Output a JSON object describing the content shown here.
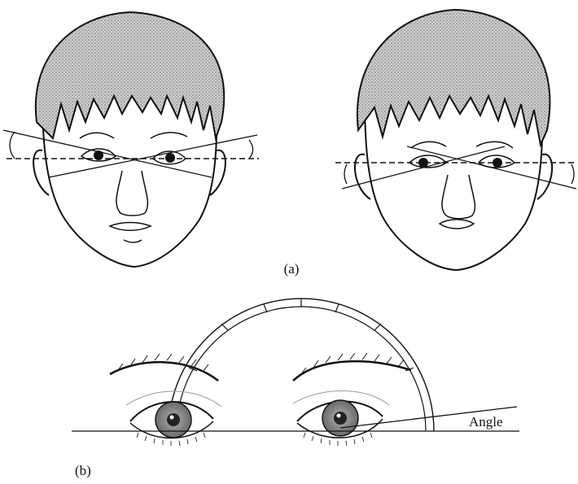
{
  "panel_a": {
    "label": "(a)"
  },
  "panel_b": {
    "label": "(b)",
    "angle_label": "Angle"
  },
  "colors": {
    "ink": "#111111",
    "hair": "#8a8a8a",
    "iris": "#8c8c8c",
    "pupil": "#222222"
  }
}
